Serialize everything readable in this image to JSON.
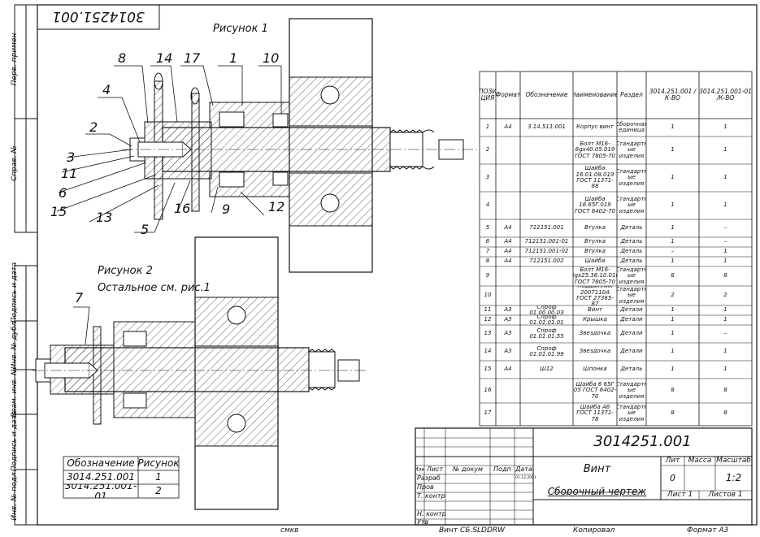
{
  "stamp_top": "3014251.001",
  "fig1_label": "Рисунок 1",
  "fig2_label": "Рисунок 2",
  "fig2_note": "Остальное см. рис.1",
  "callouts": [
    "8",
    "14",
    "17",
    "1",
    "10",
    "4",
    "2",
    "3",
    "11",
    "6",
    "15",
    "13",
    "16",
    "5",
    "9",
    "12",
    "7"
  ],
  "side_labels": [
    "Перв. примен",
    "Справ. №",
    "Подпись и дата",
    "Инв. № дубл",
    "Взам. инв. №",
    "Подпись и дата",
    "Инв. № подл"
  ],
  "spec": {
    "headers": [
      "ПОЗИ ЦИЯ",
      "Формат",
      "Обозначение",
      "Наименование",
      "Раздел",
      "3014.251.001 /К-ВО",
      "3014.251.001-01 /К-ВО"
    ],
    "rows": [
      [
        "1",
        "А4",
        "3.14.511.001",
        "Корпус винт",
        "Сборочная единица",
        "1",
        "1"
      ],
      [
        "2",
        "",
        "",
        "Болт М16-6gx40.05.019 ГОСТ 7805-70",
        "Стандартн ые изделия",
        "1",
        "1"
      ],
      [
        "3",
        "",
        "",
        "Шайба 16.01.08.019 ГОСТ 11371-88",
        "Стандартн ые изделия",
        "1",
        "1"
      ],
      [
        "4",
        "",
        "",
        "Шайба 16.65Г.019 ГОСТ 6402-70",
        "Стандартн ые изделия",
        "1",
        "1"
      ],
      [
        "5",
        "А4",
        "712151.001",
        "Втулка",
        "Деталь",
        "1",
        "–"
      ],
      [
        "6",
        "А4",
        "712151.001-01",
        "Втулка",
        "Деталь",
        "1",
        "–"
      ],
      [
        "7",
        "А4",
        "712151.001-02",
        "Втулка",
        "Деталь",
        "–",
        "1"
      ],
      [
        "8",
        "А4",
        "712151.002",
        "Шайба",
        "Деталь",
        "1",
        "1"
      ],
      [
        "9",
        "",
        "",
        "Болт М16-6gx25.36.10.016 ГОСТ 7805-70",
        "Стандартн ые изделия",
        "8",
        "8"
      ],
      [
        "10",
        "",
        "",
        "Подшипник 2007110А ГОСТ 27365-87",
        "Стандартн ые изделия",
        "2",
        "2"
      ],
      [
        "11",
        "А3",
        "Спроф 01.00.00.03",
        "Винт",
        "Детали",
        "1",
        "1"
      ],
      [
        "12",
        "А3",
        "Спроф 01.01.01.01",
        "Крышка",
        "Детали",
        "1",
        "1"
      ],
      [
        "13",
        "А3",
        "Спроф 01.01.01.55",
        "Звездочка",
        "Детали",
        "1",
        "–"
      ],
      [
        "14",
        "А3",
        "Спроф 01.01.01.99",
        "Звездочка",
        "Детали",
        "1",
        "1"
      ],
      [
        "15",
        "А4",
        "Ш12",
        "Шпонка",
        "Деталь",
        "1",
        "1"
      ],
      [
        "16",
        "",
        "",
        "Шайба 6 65Г 05 ГОСТ 6402-70",
        "Стандартн ые изделия",
        "8",
        "8"
      ],
      [
        "17",
        "",
        "",
        "Шайба А6 ГОСТ 11371-78",
        "Стандартн ые изделия",
        "8",
        "8"
      ]
    ]
  },
  "variants": {
    "headers": [
      "Обозначение",
      "Рисунок"
    ],
    "rows": [
      [
        "3014.251.001",
        "1"
      ],
      [
        "3014.251.001-01",
        "2"
      ]
    ]
  },
  "title_block": {
    "designation": "3014251.001",
    "name": "Винт",
    "doc_type": "Сборочный чертеж",
    "col_lit": "Лит",
    "col_mass": "Масса",
    "col_scale": "Масштаб",
    "lit_value": "0",
    "scale_value": "1:2",
    "sheet": "Лист 1",
    "sheets": "Листов 1",
    "rev_headers": [
      "Изм",
      "Лист",
      "№ докум",
      "Подп",
      "Дата"
    ],
    "roles": [
      "Разраб",
      "Пров",
      "Т. контр",
      "Н. контр",
      "Утв"
    ],
    "date": "01.12.2001"
  },
  "footer": {
    "left": "смкв",
    "mid": "Винт СБ.SLDDRW",
    "copied": "Копировал",
    "format": "Формат А3"
  }
}
